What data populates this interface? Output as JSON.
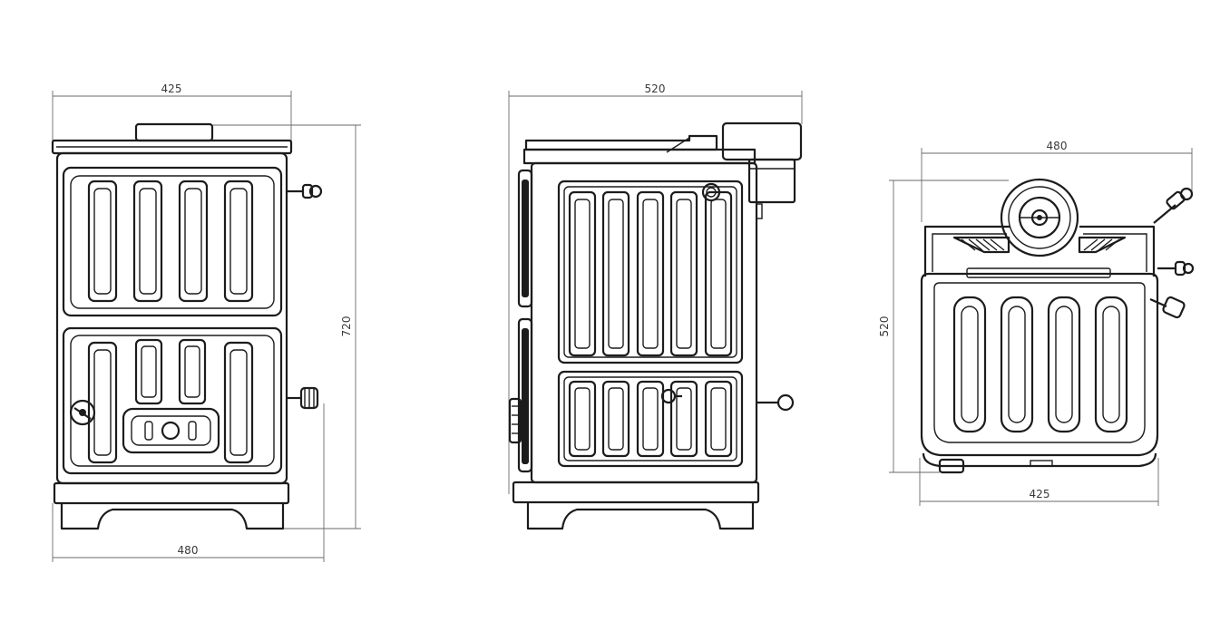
{
  "views": {
    "front": {
      "width_top": "425",
      "height": "720",
      "width_bottom": "480"
    },
    "side": {
      "depth": "520"
    },
    "top": {
      "width_top": "480",
      "depth": "520",
      "width_bottom": "425"
    }
  },
  "colors": {
    "line": "#1c1c1c",
    "dimension": "#6a6a6a",
    "background": "#ffffff"
  }
}
